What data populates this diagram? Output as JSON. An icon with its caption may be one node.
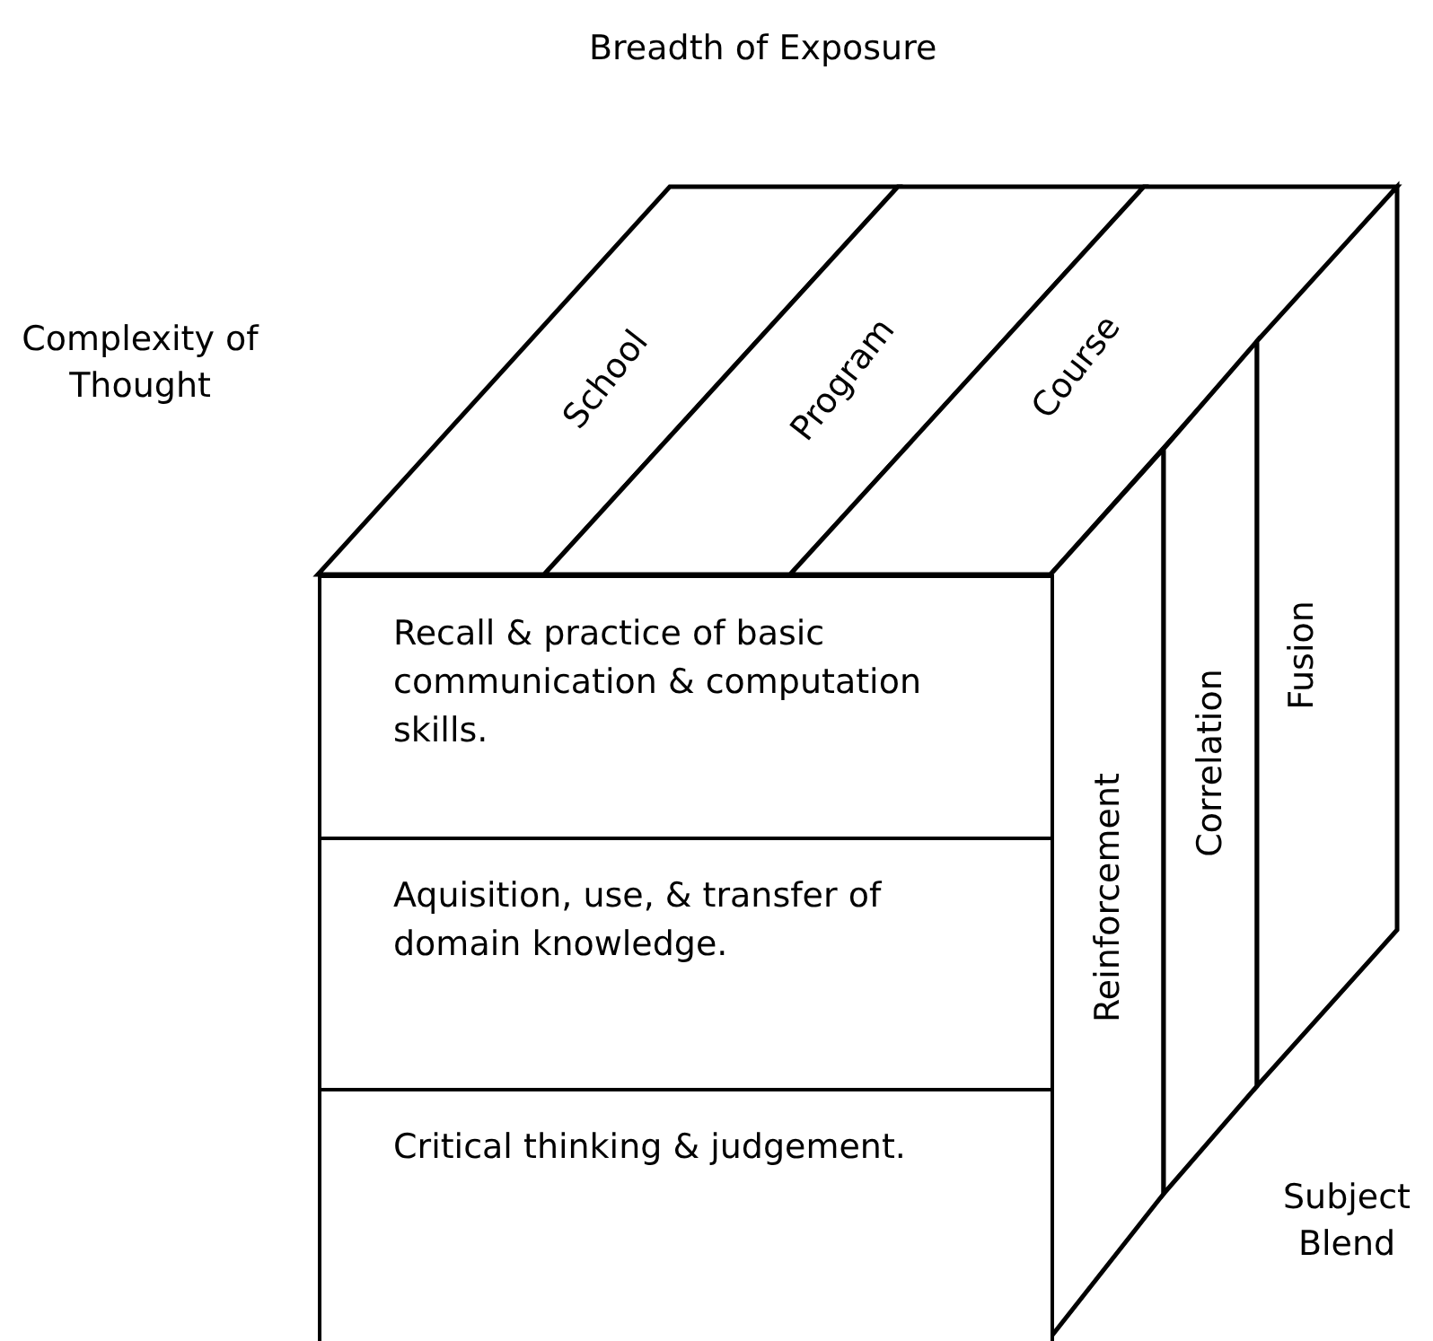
{
  "diagram": {
    "nodes": [
      {
        "text": [
          "School"
        ]
      },
      {
        "text": [
          "Program"
        ]
      },
      {
        "text": [
          "Course"
        ]
      },
      {
        "text": [
          "Recall & practice of basic communication & computation skills."
        ]
      },
      {
        "text": [
          "Aquisition, use, & transfer of domain knowledge."
        ]
      },
      {
        "text": [
          "Critical thinking & judgement."
        ]
      },
      {
        "text": [
          "Reinforcement"
        ]
      },
      {
        "text": [
          "Correlation"
        ]
      },
      {
        "text": [
          "Fusion"
        ]
      }
    ],
    "edges": [],
    "labels": [
      "Breadth of Exposure",
      "Complexity of Thought",
      "Subject Blend"
    ]
  }
}
